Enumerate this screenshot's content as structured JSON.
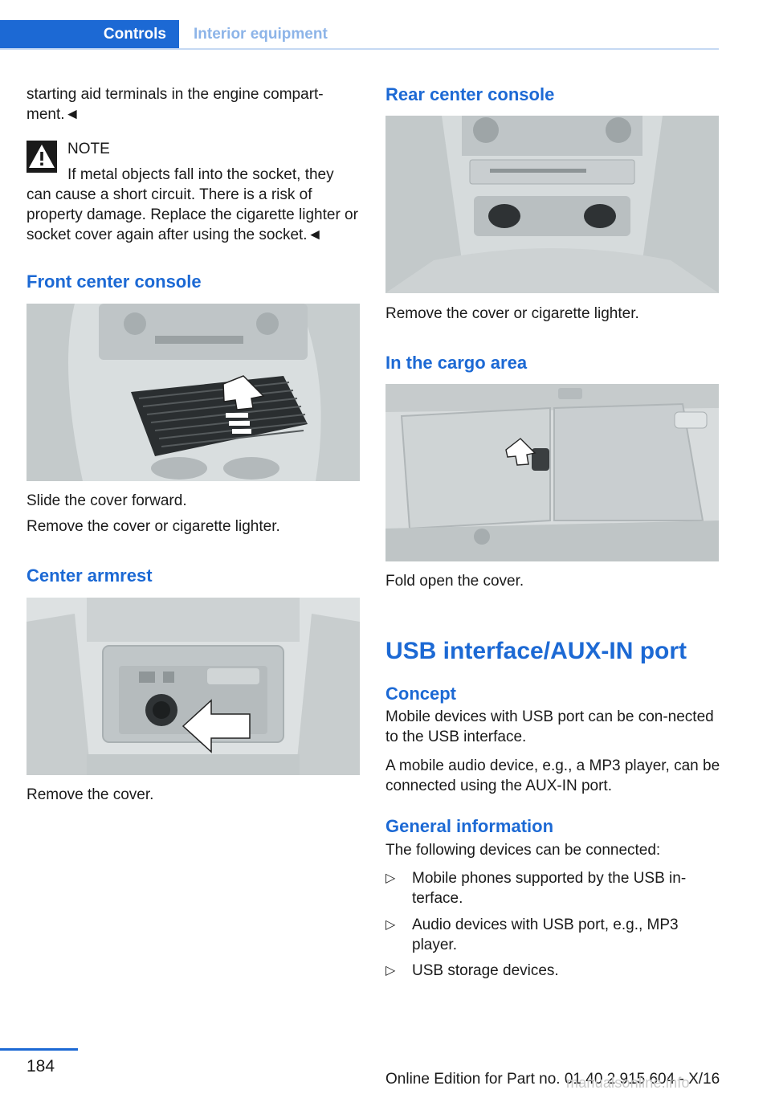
{
  "header": {
    "tab_active": "Controls",
    "tab_section": "Interior equipment"
  },
  "left": {
    "intro_text": "starting aid terminals in the engine compart-ment.◄",
    "note_label": "NOTE",
    "note_first_line": "If metal objects fall into the socket, they",
    "note_rest": "can cause a short circuit. There is a risk of property damage. Replace the cigarette lighter or socket cover again after using the socket.◄",
    "front_title": "Front center console",
    "front_step1": "Slide the cover forward.",
    "front_step2": "Remove the cover or cigarette lighter.",
    "armrest_title": "Center armrest",
    "armrest_step": "Remove the cover."
  },
  "right": {
    "rear_title": "Rear center console",
    "rear_step": "Remove the cover or cigarette lighter.",
    "cargo_title": "In the cargo area",
    "cargo_step": "Fold open the cover.",
    "usb_title": "USB interface/AUX-IN port",
    "concept_title": "Concept",
    "concept_p1": "Mobile devices with USB port can be con-nected to the USB interface.",
    "concept_p2": "A mobile audio device, e.g., a MP3 player, can be connected using the AUX-IN port.",
    "general_title": "General information",
    "general_intro": "The following devices can be connected:",
    "bullet_marker": "▷",
    "bullets": [
      "Mobile phones supported by the USB in-terface.",
      "Audio devices with USB port, e.g., MP3 player.",
      "USB storage devices."
    ]
  },
  "footer": {
    "page_number": "184",
    "edition": "Online Edition for Part no. 01 40 2 915 604 - X/16",
    "watermark": "manualsonline.info"
  },
  "icons": {
    "note": "warning-triangle-icon"
  },
  "colors": {
    "accent": "#1c69d4"
  }
}
